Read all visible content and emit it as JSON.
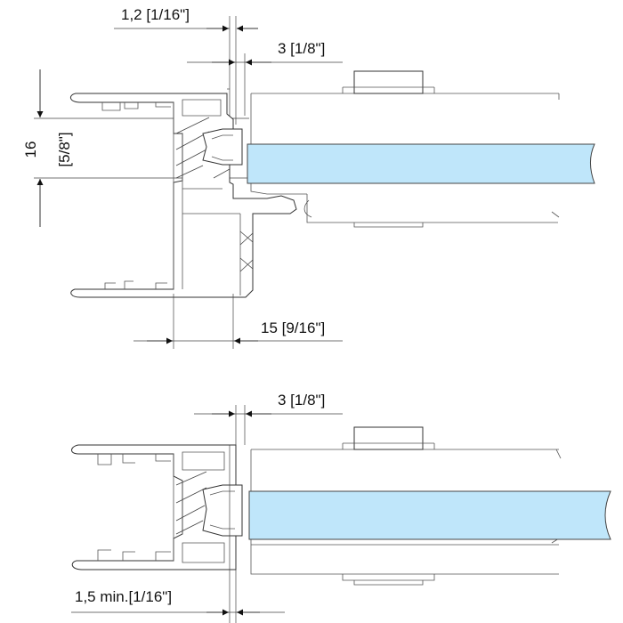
{
  "dimensions": {
    "top_gap": "1,2 [1/16\"]",
    "top_seal": "3 [1/8\"]",
    "glass_mm": "16",
    "glass_in": "[5/8\"]",
    "profile_depth": "15 [9/16\"]",
    "bottom_seal": "3 [1/8\"]",
    "bottom_gap": "1,5 min.[1/16\"]"
  },
  "colors": {
    "glass_fill": "#bfe6fa",
    "glass_stroke": "#444444",
    "line": "#333333",
    "arrow": "#111111"
  }
}
